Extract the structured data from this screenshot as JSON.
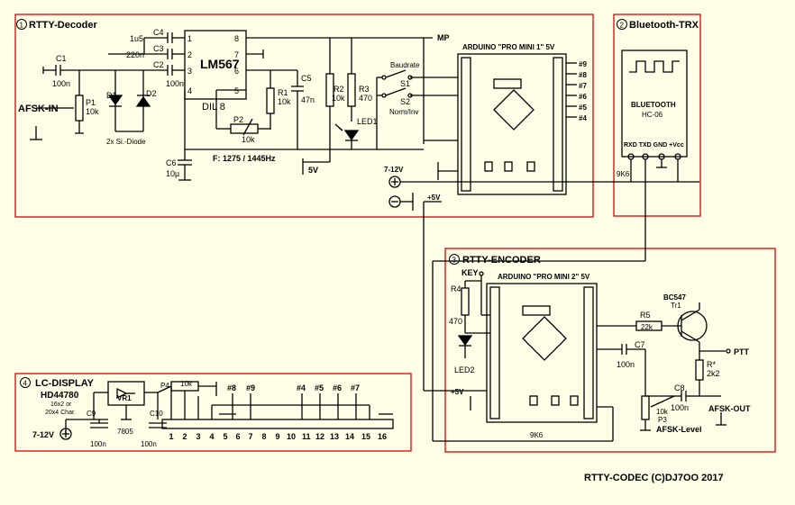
{
  "blocks": {
    "decoder": {
      "num": "1",
      "title": "RTTY-Decoder"
    },
    "bluetooth": {
      "num": "2",
      "title": "Bluetooth-TRX"
    },
    "encoder": {
      "num": "3",
      "title": "RTTY-ENCODER"
    },
    "display": {
      "num": "4",
      "title": "LC-DISPLAY",
      "model": "HD44780",
      "variant1": "16x2  or",
      "variant2": "20x4  Char."
    }
  },
  "decoder": {
    "c4": "C4",
    "c4v": "1u5",
    "c3": "C3",
    "c3v": "220n",
    "c2": "C2",
    "c2v": "100n",
    "c1": "C1",
    "c1v": "100n",
    "p1": "P1",
    "p1v": "10k",
    "afsk_in": "AFSK-IN",
    "d1": "D1",
    "d2": "D2",
    "diodes": "2x Si.-Diode",
    "ic": "LM567",
    "pkg": "DIL 8",
    "p8": "8",
    "p7": "7",
    "p6": "6",
    "p5": "5",
    "p1pin": "1",
    "p2pin": "2",
    "p3pin": "3",
    "p4pin": "4",
    "r1": "R1",
    "r1v": "10k",
    "p2": "P2",
    "p2v": "10k",
    "c5": "C5",
    "c5v": "47n",
    "c6": "C6",
    "c6v": "10µ",
    "freq": "F: 1275 / 1445Hz",
    "v5": "5V",
    "r2": "R2",
    "r2v": "10k",
    "r3": "R3",
    "r3v": "470",
    "led1": "LED1",
    "mp": "MP",
    "baudrate": "Baudrate",
    "s1": "S1",
    "s2": "S2",
    "norminv": "Norm/Inv",
    "arduino1": "ARDUINO \"PRO MINI 1\" 5V",
    "pin9": "#9",
    "pin8": "#8",
    "pin7": "#7",
    "pin6": "#6",
    "pin5": "#5",
    "pin4": "#4",
    "supply": "7-12V",
    "plus5v": "+5V",
    "r9k6": "9K6"
  },
  "bluetooth": {
    "module": "BLUETOOTH",
    "model": "HC-06",
    "pins": "RXD  TXD  GND +Vcc"
  },
  "encoder": {
    "key": "KEY",
    "r4": "R4",
    "r4v": "470",
    "led2": "LED2",
    "arduino2": "ARDUINO \"PRO MINI 2\" 5V",
    "r5": "R5",
    "r5v": "22k",
    "t1": "BC547",
    "t1n": "Tr1",
    "c7": "C7",
    "c7v": "100n",
    "ptt": "PTT",
    "rx": "R*",
    "rxv": "2k2",
    "c8": "C8",
    "c8v": "100n",
    "p3v": "10k",
    "p3": "P3",
    "afsk_out": "AFSK-OUT",
    "afsk_level": "AFSK-Level",
    "plus5v": "+5V",
    "r9k6": "9K6"
  },
  "display": {
    "vr1": "VR1",
    "reg": "7805",
    "c9": "C9",
    "c9v": "100n",
    "c10": "C10",
    "c10v": "100n",
    "p4": "P4",
    "p4v": "10k",
    "supply": "7-12V",
    "pins": [
      "1",
      "2",
      "3",
      "4",
      "5",
      "6",
      "7",
      "8",
      "9",
      "10",
      "11",
      "12",
      "13",
      "14",
      "15",
      "16"
    ],
    "conn": [
      "#8",
      "#9",
      "#4",
      "#5",
      "#6",
      "#7"
    ]
  },
  "footer": "RTTY-CODEC  (C)DJ7OO  2017",
  "colors": {
    "frame": "#e00000",
    "bg": "#ffffe8",
    "wire": "#000000"
  }
}
